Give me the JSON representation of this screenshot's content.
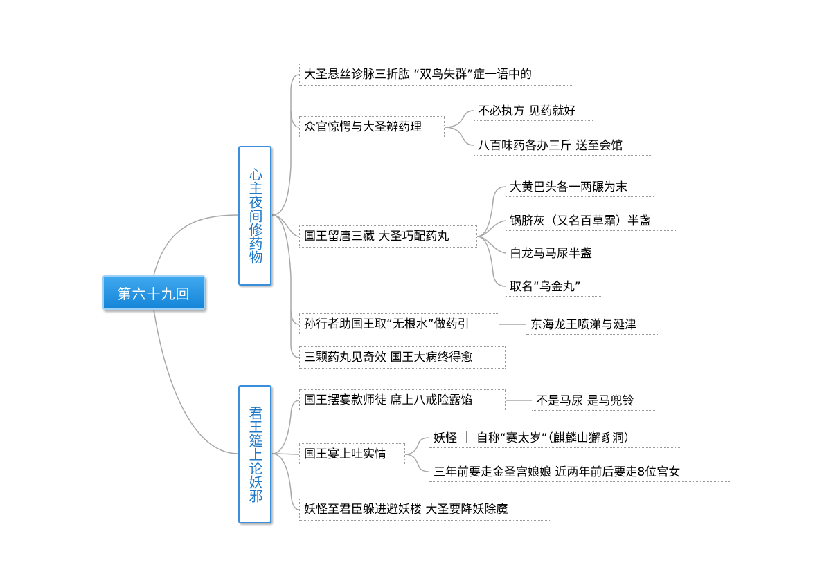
{
  "root": {
    "label": "第六十九回"
  },
  "branches": [
    {
      "label": "心主夜间修药物",
      "topics": [
        {
          "label": "大圣悬丝诊脉三折肱 “双鸟失群”症一语中的",
          "children": []
        },
        {
          "label": "众官惊愕与大圣辨药理",
          "children": [
            "不必执方 见药就好",
            "八百味药各办三斤 送至会馆"
          ]
        },
        {
          "label": "国王留唐三藏 大圣巧配药丸",
          "children": [
            "大黄巴头各一两碾为末",
            "锅脐灰（又名百草霜）半盏",
            "白龙马马尿半盏",
            "取名“乌金丸”"
          ]
        },
        {
          "label": "孙行者助国王取“无根水”做药引",
          "children": [
            "东海龙王喷涕与涎津"
          ]
        },
        {
          "label": "三颗药丸见奇效 国王大病终得愈",
          "children": []
        }
      ]
    },
    {
      "label": "君王筵上论妖邪",
      "topics": [
        {
          "label": "国王摆宴款师徒 席上八戒险露馅",
          "children": [
            "不是马尿 是马兜铃"
          ]
        },
        {
          "label": "国王宴上吐实情",
          "children": [
            "妖怪 ｜ 自称“赛太岁”（麒麟山獬豸洞）",
            "三年前要走金圣宫娘娘  近两年前后要走8位宫女"
          ]
        },
        {
          "label": "妖怪至君臣躲进避妖楼  大圣要降妖除魔",
          "children": []
        }
      ]
    }
  ]
}
